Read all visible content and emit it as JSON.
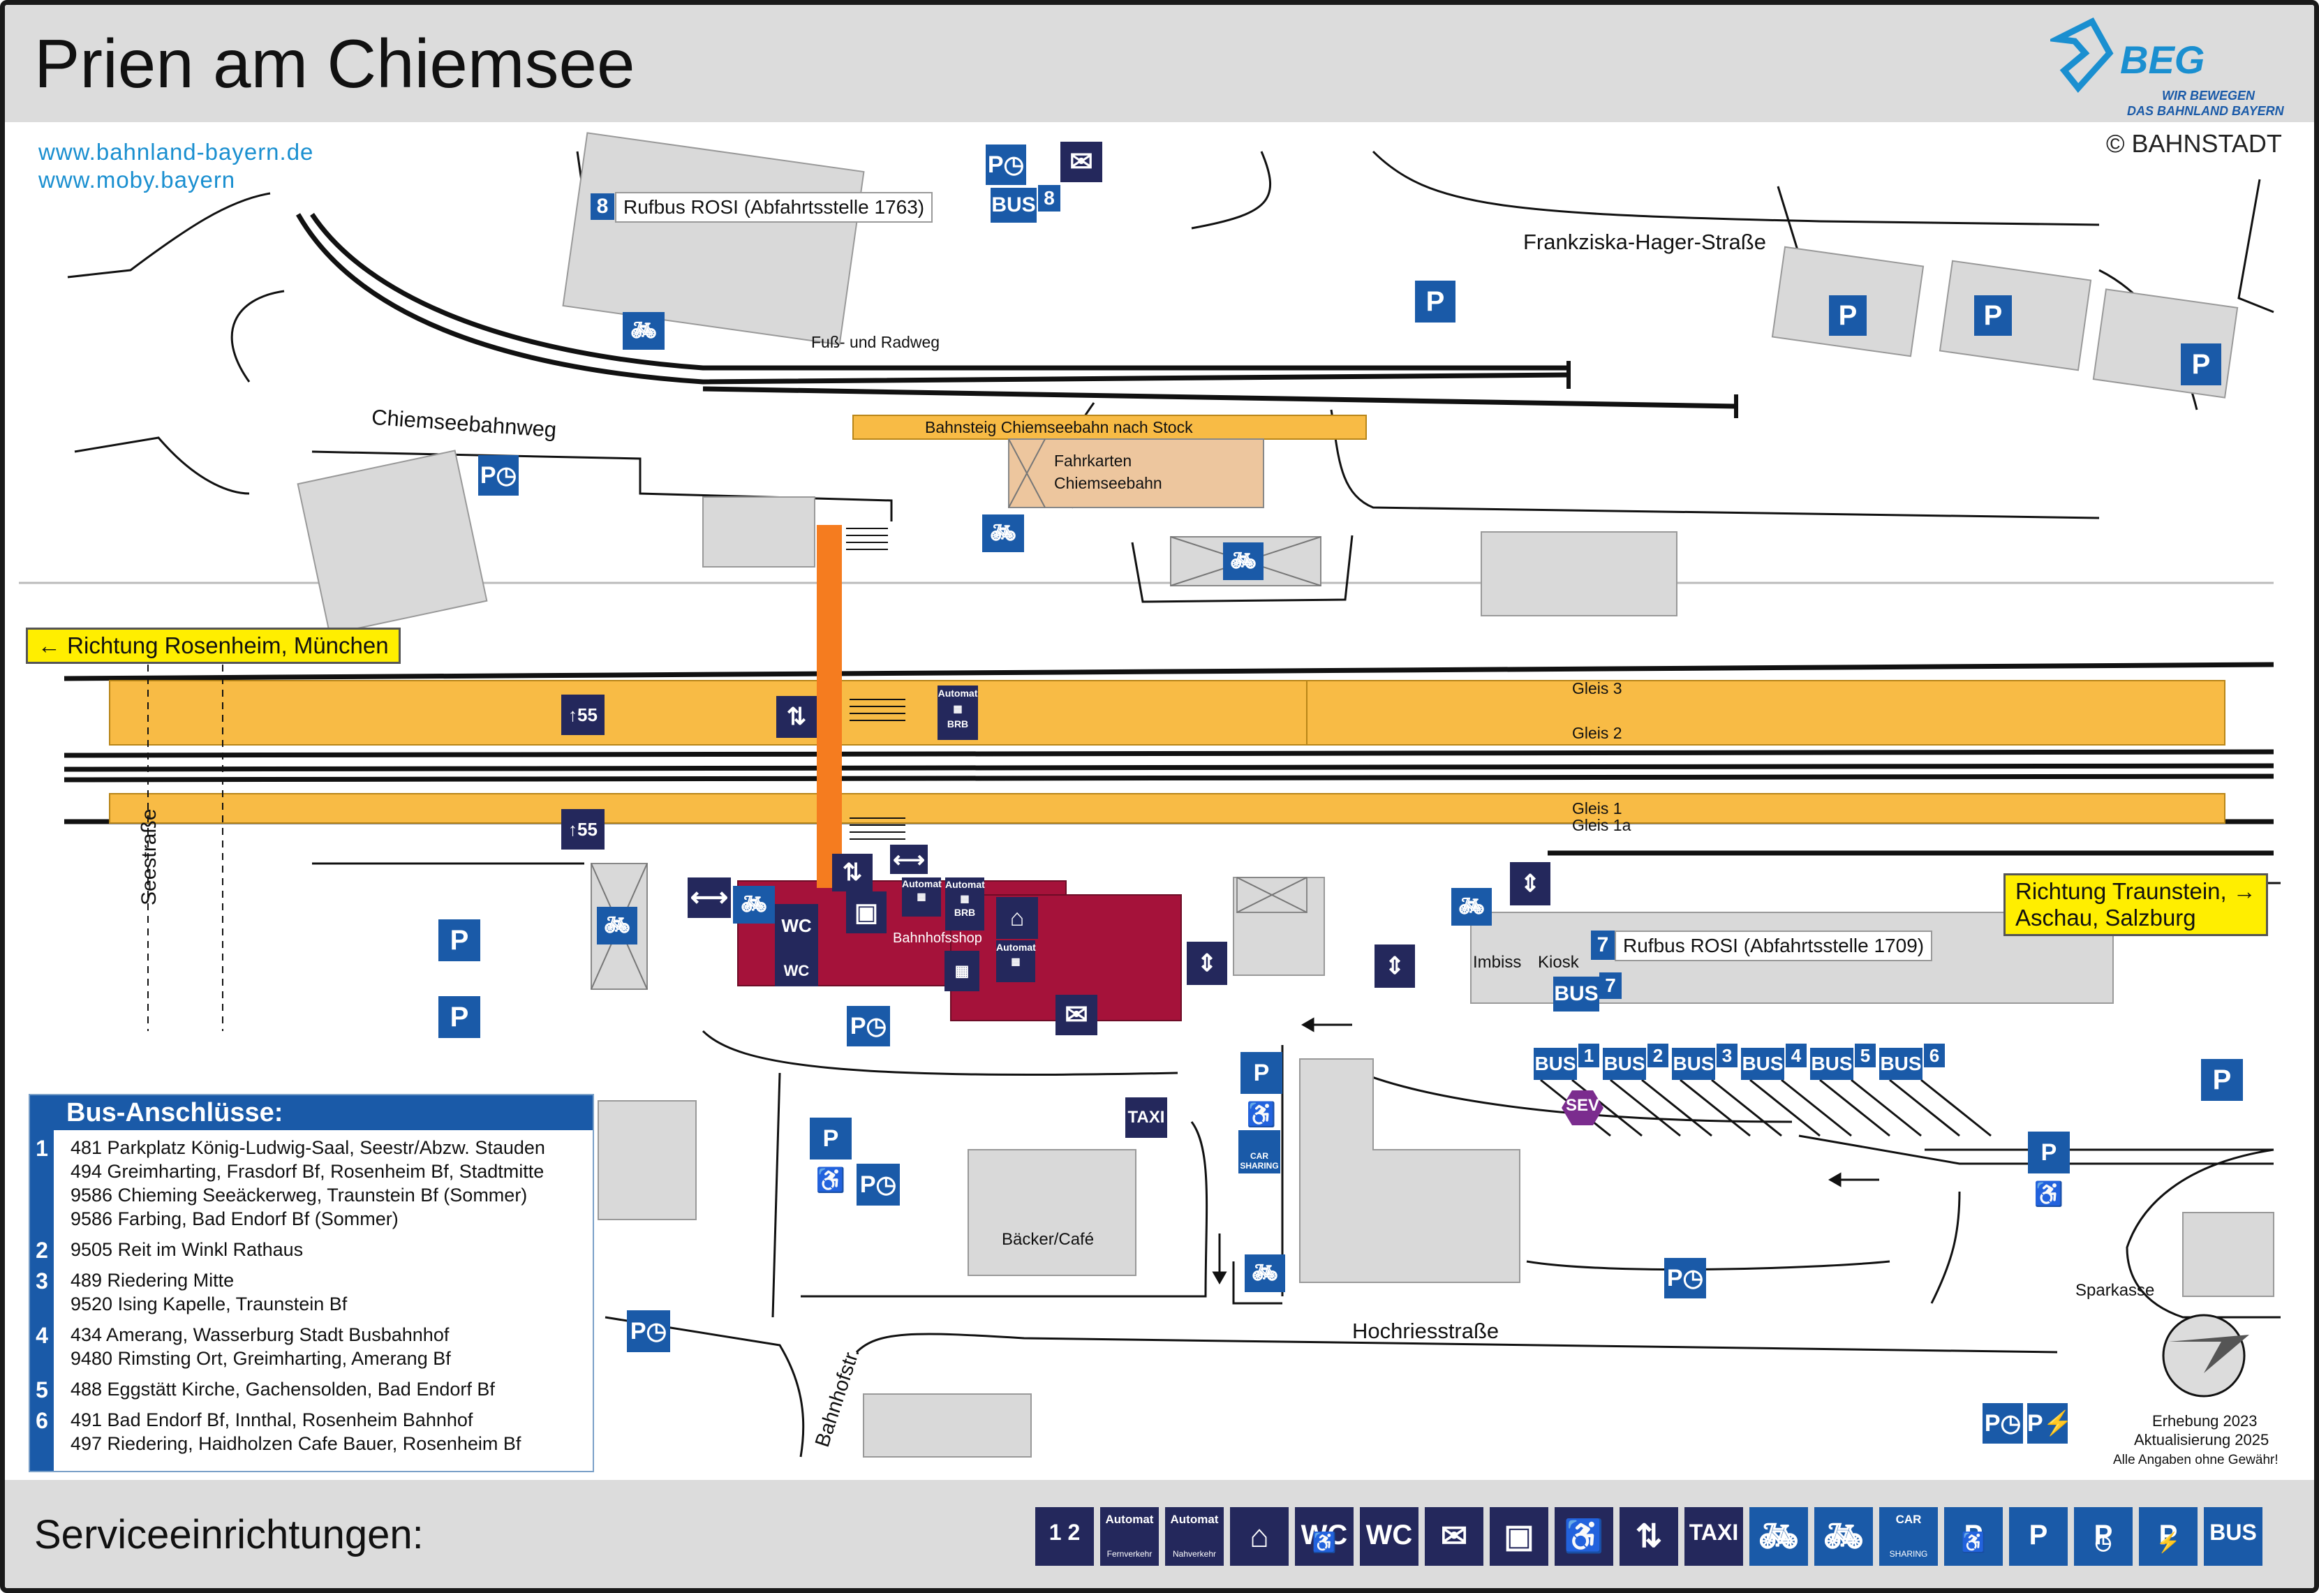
{
  "header": {
    "title": "Prien am Chiemsee",
    "links": [
      "www.bahnland-bayern.de",
      "www.moby.bayern"
    ],
    "logo": {
      "name": "BEG",
      "tagline_1": "WIR BEWEGEN",
      "tagline_2": "DAS BAHNLAND BAYERN"
    },
    "copyright": "© BAHNSTADT"
  },
  "map": {
    "streets": {
      "frankziska": "Frankziska-Hager-Straße",
      "chiemseebahnweg": "Chiemseebahnweg",
      "seestrasse": "Seestraße",
      "hochriess": "Hochriesstraße",
      "bahnhofstr": "Bahnhofstr.",
      "fuss_radweg": "Fuß- und Radweg"
    },
    "platforms": {
      "chiemseebahn": "Bahnsteig Chiemseebahn nach Stock",
      "gleis3": "Gleis 3",
      "gleis2": "Gleis 2",
      "gleis1": "Gleis 1",
      "gleis1a": "Gleis 1a",
      "height_top": "55",
      "height_bottom": "55"
    },
    "buildings": {
      "fahrkarten_1": "Fahrkarten",
      "fahrkarten_2": "Chiemseebahn",
      "bahnhofsshop": "Bahnhofsshop",
      "imbiss": "Imbiss",
      "kiosk": "Kiosk",
      "baecker": "Bäcker/Café",
      "sparkasse": "Sparkasse"
    },
    "directions": {
      "west": "Richtung Rosenheim, München",
      "east_1": "Richtung Traunstein,",
      "east_2": "Aschau, Salzburg"
    },
    "rufbus": [
      {
        "stop": "8",
        "label": "Rufbus ROSI (Abfahrtsstelle 1763)"
      },
      {
        "stop": "7",
        "label": "Rufbus ROSI (Abfahrtsstelle 1709)"
      }
    ],
    "bus_bays": [
      "1",
      "2",
      "3",
      "4",
      "5",
      "6"
    ],
    "icon_texts": {
      "parking": "P",
      "bus": "BUS",
      "wc": "WC",
      "taxi": "TAXI",
      "sev": "SEV",
      "automat": "Automat",
      "brb": "BRB",
      "car_sharing_1": "CAR",
      "car_sharing_2": "SHARING"
    },
    "note": {
      "survey": "Erhebung 2023",
      "update": "Aktualisierung 2025",
      "disclaimer": "Alle Angaben ohne Gewähr!"
    }
  },
  "bus_connections": {
    "title": "Bus-Anschlüsse:",
    "routes": [
      {
        "num": "1",
        "lines": [
          "481 Parkplatz König-Ludwig-Saal, Seestr/Abzw. Stauden",
          "494 Greimharting, Frasdorf Bf, Rosenheim Bf, Stadtmitte",
          "9586 Chieming Seeäckerweg, Traunstein Bf (Sommer)",
          "9586 Farbing, Bad Endorf Bf (Sommer)"
        ]
      },
      {
        "num": "2",
        "lines": [
          "9505 Reit im Winkl Rathaus"
        ]
      },
      {
        "num": "3",
        "lines": [
          "489 Riedering Mitte",
          "9520 Ising Kapelle, Traunstein Bf"
        ]
      },
      {
        "num": "4",
        "lines": [
          "434 Amerang, Wasserburg Stadt Busbahnhof",
          "9480 Rimsting Ort, Greimharting, Amerang Bf"
        ]
      },
      {
        "num": "5",
        "lines": [
          "488 Eggstätt Kirche, Gachensolden, Bad Endorf Bf"
        ]
      },
      {
        "num": "6",
        "lines": [
          "491 Bad Endorf Bf, Innthal, Rosenheim Bahnhof",
          "497 Riedering, Haidholzen Cafe Bauer, Rosenheim Bf"
        ]
      }
    ]
  },
  "footer": {
    "label": "Serviceeinrichtungen:",
    "legend": [
      {
        "icon": "ticket-machine-icon",
        "text": "1 2",
        "sub": ""
      },
      {
        "icon": "ticket-machine-long-distance-icon",
        "text": "Automat",
        "sub": "Fernverkehr"
      },
      {
        "icon": "ticket-machine-local-icon",
        "text": "Automat",
        "sub": "Nahverkehr"
      },
      {
        "icon": "waiting-room-icon",
        "text": "",
        "sub": ""
      },
      {
        "icon": "accessible-wc-icon",
        "text": "WC",
        "sub": ""
      },
      {
        "icon": "wc-icon",
        "text": "WC",
        "sub": ""
      },
      {
        "icon": "mailbox-icon",
        "text": "",
        "sub": ""
      },
      {
        "icon": "locker-icon",
        "text": "",
        "sub": ""
      },
      {
        "icon": "mobility-service-icon",
        "text": "",
        "sub": ""
      },
      {
        "icon": "elevator-icon",
        "text": "",
        "sub": ""
      },
      {
        "icon": "taxi-icon",
        "text": "TAXI",
        "sub": ""
      },
      {
        "icon": "bike-box-icon",
        "text": "",
        "sub": ""
      },
      {
        "icon": "bike-parking-icon",
        "text": "",
        "sub": ""
      },
      {
        "icon": "car-sharing-icon",
        "text": "CAR",
        "sub": "SHARING"
      },
      {
        "icon": "disabled-parking-icon",
        "text": "P",
        "sub": ""
      },
      {
        "icon": "parking-icon",
        "text": "P",
        "sub": ""
      },
      {
        "icon": "short-term-parking-icon",
        "text": "P",
        "sub": ""
      },
      {
        "icon": "ev-charging-parking-icon",
        "text": "P",
        "sub": ""
      },
      {
        "icon": "bus-stop-icon",
        "text": "BUS",
        "sub": ""
      }
    ]
  },
  "colors": {
    "platform": "#f8bb45",
    "station": "#a5123a",
    "icon_blue": "#1a5aa8",
    "icon_navy": "#24285c",
    "stairs_orange": "#f57c1f",
    "building_grey": "#d9d9d9",
    "sign_yellow": "#ffee00",
    "link_blue": "#1a8fd0"
  }
}
